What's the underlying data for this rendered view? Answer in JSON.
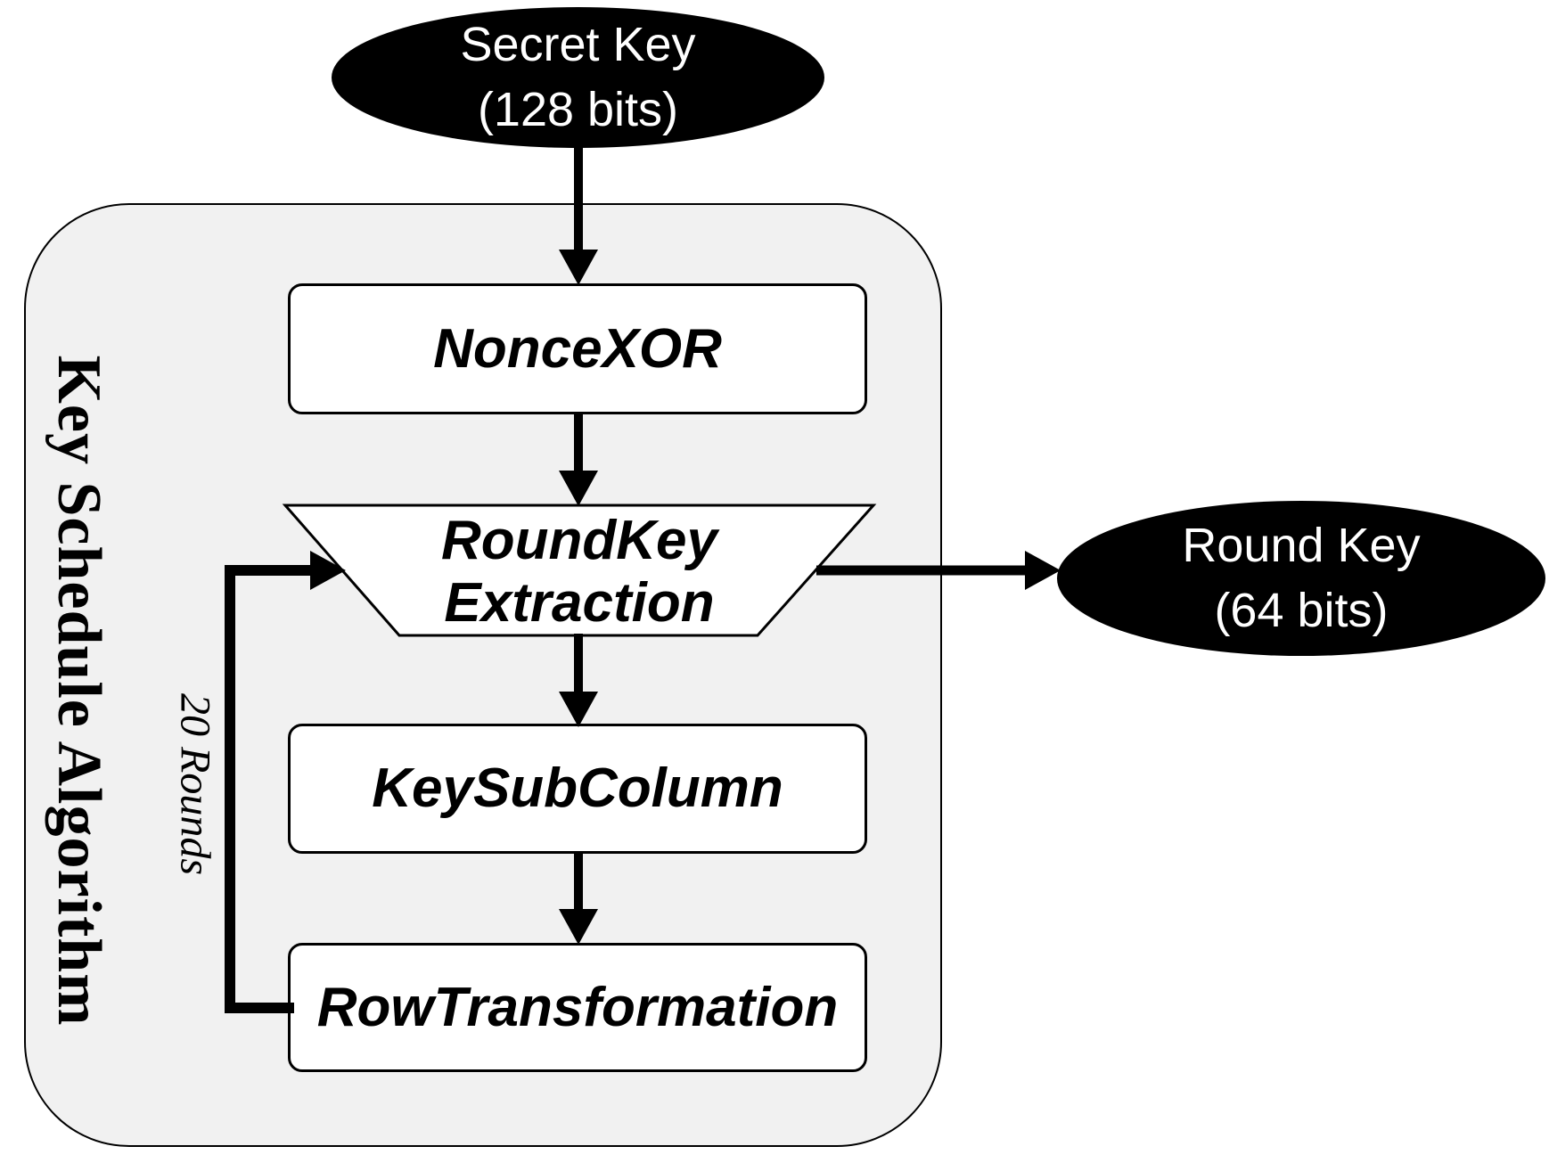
{
  "diagram": {
    "container_title": "Key Schedule Algorithm",
    "loop_label": "20 Rounds",
    "secret_key": {
      "line1": "Secret Key",
      "line2": "(128 bits)"
    },
    "round_key": {
      "line1": "Round Key",
      "line2": "(64 bits)"
    },
    "steps": {
      "nonce_xor": "NonceXOR",
      "round_key_extraction_line1": "RoundKey",
      "round_key_extraction_line2": "Extraction",
      "key_sub_column": "KeySubColumn",
      "row_transformation": "RowTransformation"
    },
    "colors": {
      "terminal_fill": "#000000",
      "terminal_text": "#ffffff",
      "container_fill": "#f1f1f1",
      "process_fill": "#ffffff",
      "stroke": "#000000"
    }
  }
}
